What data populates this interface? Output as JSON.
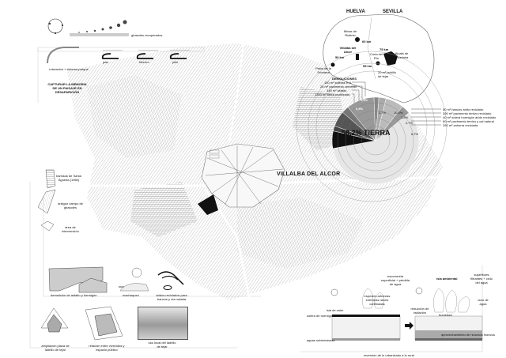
{
  "colors": {
    "ink": "#111111",
    "map_fill": "#d8d8d8",
    "pie_dark": "#555555",
    "pie_mid": "#888888",
    "pie_light": "#e4e4e4"
  },
  "top_left": {
    "sunflowers_label": "girasoles recuperados",
    "rotation_label": "roturación + sistema parque",
    "months": [
      "julio",
      "febrero",
      "julio"
    ],
    "title": "CAPTURAR LA MEMORIA DE UN PAISAJE EN DESAPARICIÓN"
  },
  "regional_map": {
    "provinces": [
      "HUELVA",
      "SEVILLA"
    ],
    "places": [
      "Minas de Riotinto",
      "Villalba del Alcor",
      "Palos de la Frontera",
      "Coria del Río",
      "Alcalá de Guadaira"
    ],
    "distances": [
      "60 km",
      "75 km",
      "50 km",
      "55 km"
    ],
    "brick_note": "20 m² ladrillo de tejar"
  },
  "demolitions": {
    "title": "DEMOLICIONES",
    "items": [
      "150 m² soleras H.A.",
      "25 m² pavimento cemento",
      "345 m² asfalto",
      "1300 m² tierra reutilizada"
    ]
  },
  "chart_data": {
    "type": "pie",
    "title": "",
    "main_label": "58,2% TIERRA",
    "slices": [
      {
        "label": "tierra",
        "value": 58.2,
        "text": "58,2%"
      },
      {
        "label": "soleras H.A.",
        "value": 6.5,
        "text": "6,5%"
      },
      {
        "label": "pavimento cemento",
        "value": 1.9,
        "text": "1,9%"
      },
      {
        "label": "asfalto",
        "value": 5.8,
        "text": "5,8%"
      },
      {
        "label": "ladrillo de tejar",
        "value": 2.7,
        "text": "2,7%"
      },
      {
        "label": "pavimento terrizo reciclado",
        "value": 10.4,
        "text": "10,4%"
      },
      {
        "label": "solera hormigón árido reciclado",
        "value": 1.8,
        "text": "1,8%"
      },
      {
        "label": "pavimento terrizo y cal natural",
        "value": 2.7,
        "text": "2,7%"
      },
      {
        "label": "zahorra reciclada",
        "value": 6.7,
        "text": "6,7%"
      },
      {
        "label": "bancos árido reciclado",
        "value": 3.3,
        "text": ""
      }
    ],
    "legend": [
      "50 m² bancos árido reciclado",
      "300 m² pavimento terrizo reciclado",
      "40 m² solera hormigón árido reciclado",
      "60 m² pavimento terrizo y cal natural",
      "250 m² zahorra reciclada"
    ]
  },
  "main_map": {
    "town_label": "VILLALBA DEL ALCOR"
  },
  "left_legend": [
    "barriada de Santa Águeda (1960)",
    "antiguo campo de girasoles",
    "área de intervención"
  ],
  "bottom_left": {
    "demolition": "demolición de asfalto y hormigón",
    "crushing": "machaqueo",
    "recycled": "áridos reciclados para bancos y vía rodada",
    "plaza": "ampliación plaza de ladrillo de tejar",
    "relation": "relación entre viviendas y espacio público",
    "local_use": "uso local del ladrillo de tejar"
  },
  "bottom_right": {
    "caption": "reversión de lo urbanizado a lo rural",
    "labels": {
      "runoff": "escorrentía superficial + pérdida de agua",
      "species": "especies arbóreas enfermas raíces confinadas",
      "heat_island": "isla de calor",
      "concrete": "solera de hormigón",
      "groundwater": "aguas subterráneas",
      "env_island": "isla ambiental",
      "filtering": "superficies filtrantes + ciclo del agua",
      "reduce_radiation": "reducción de radiación",
      "humidity": "humedad",
      "water_cycle": "ciclo de agua",
      "aquifer": "aprovechamiento de recursos hídricos"
    }
  }
}
